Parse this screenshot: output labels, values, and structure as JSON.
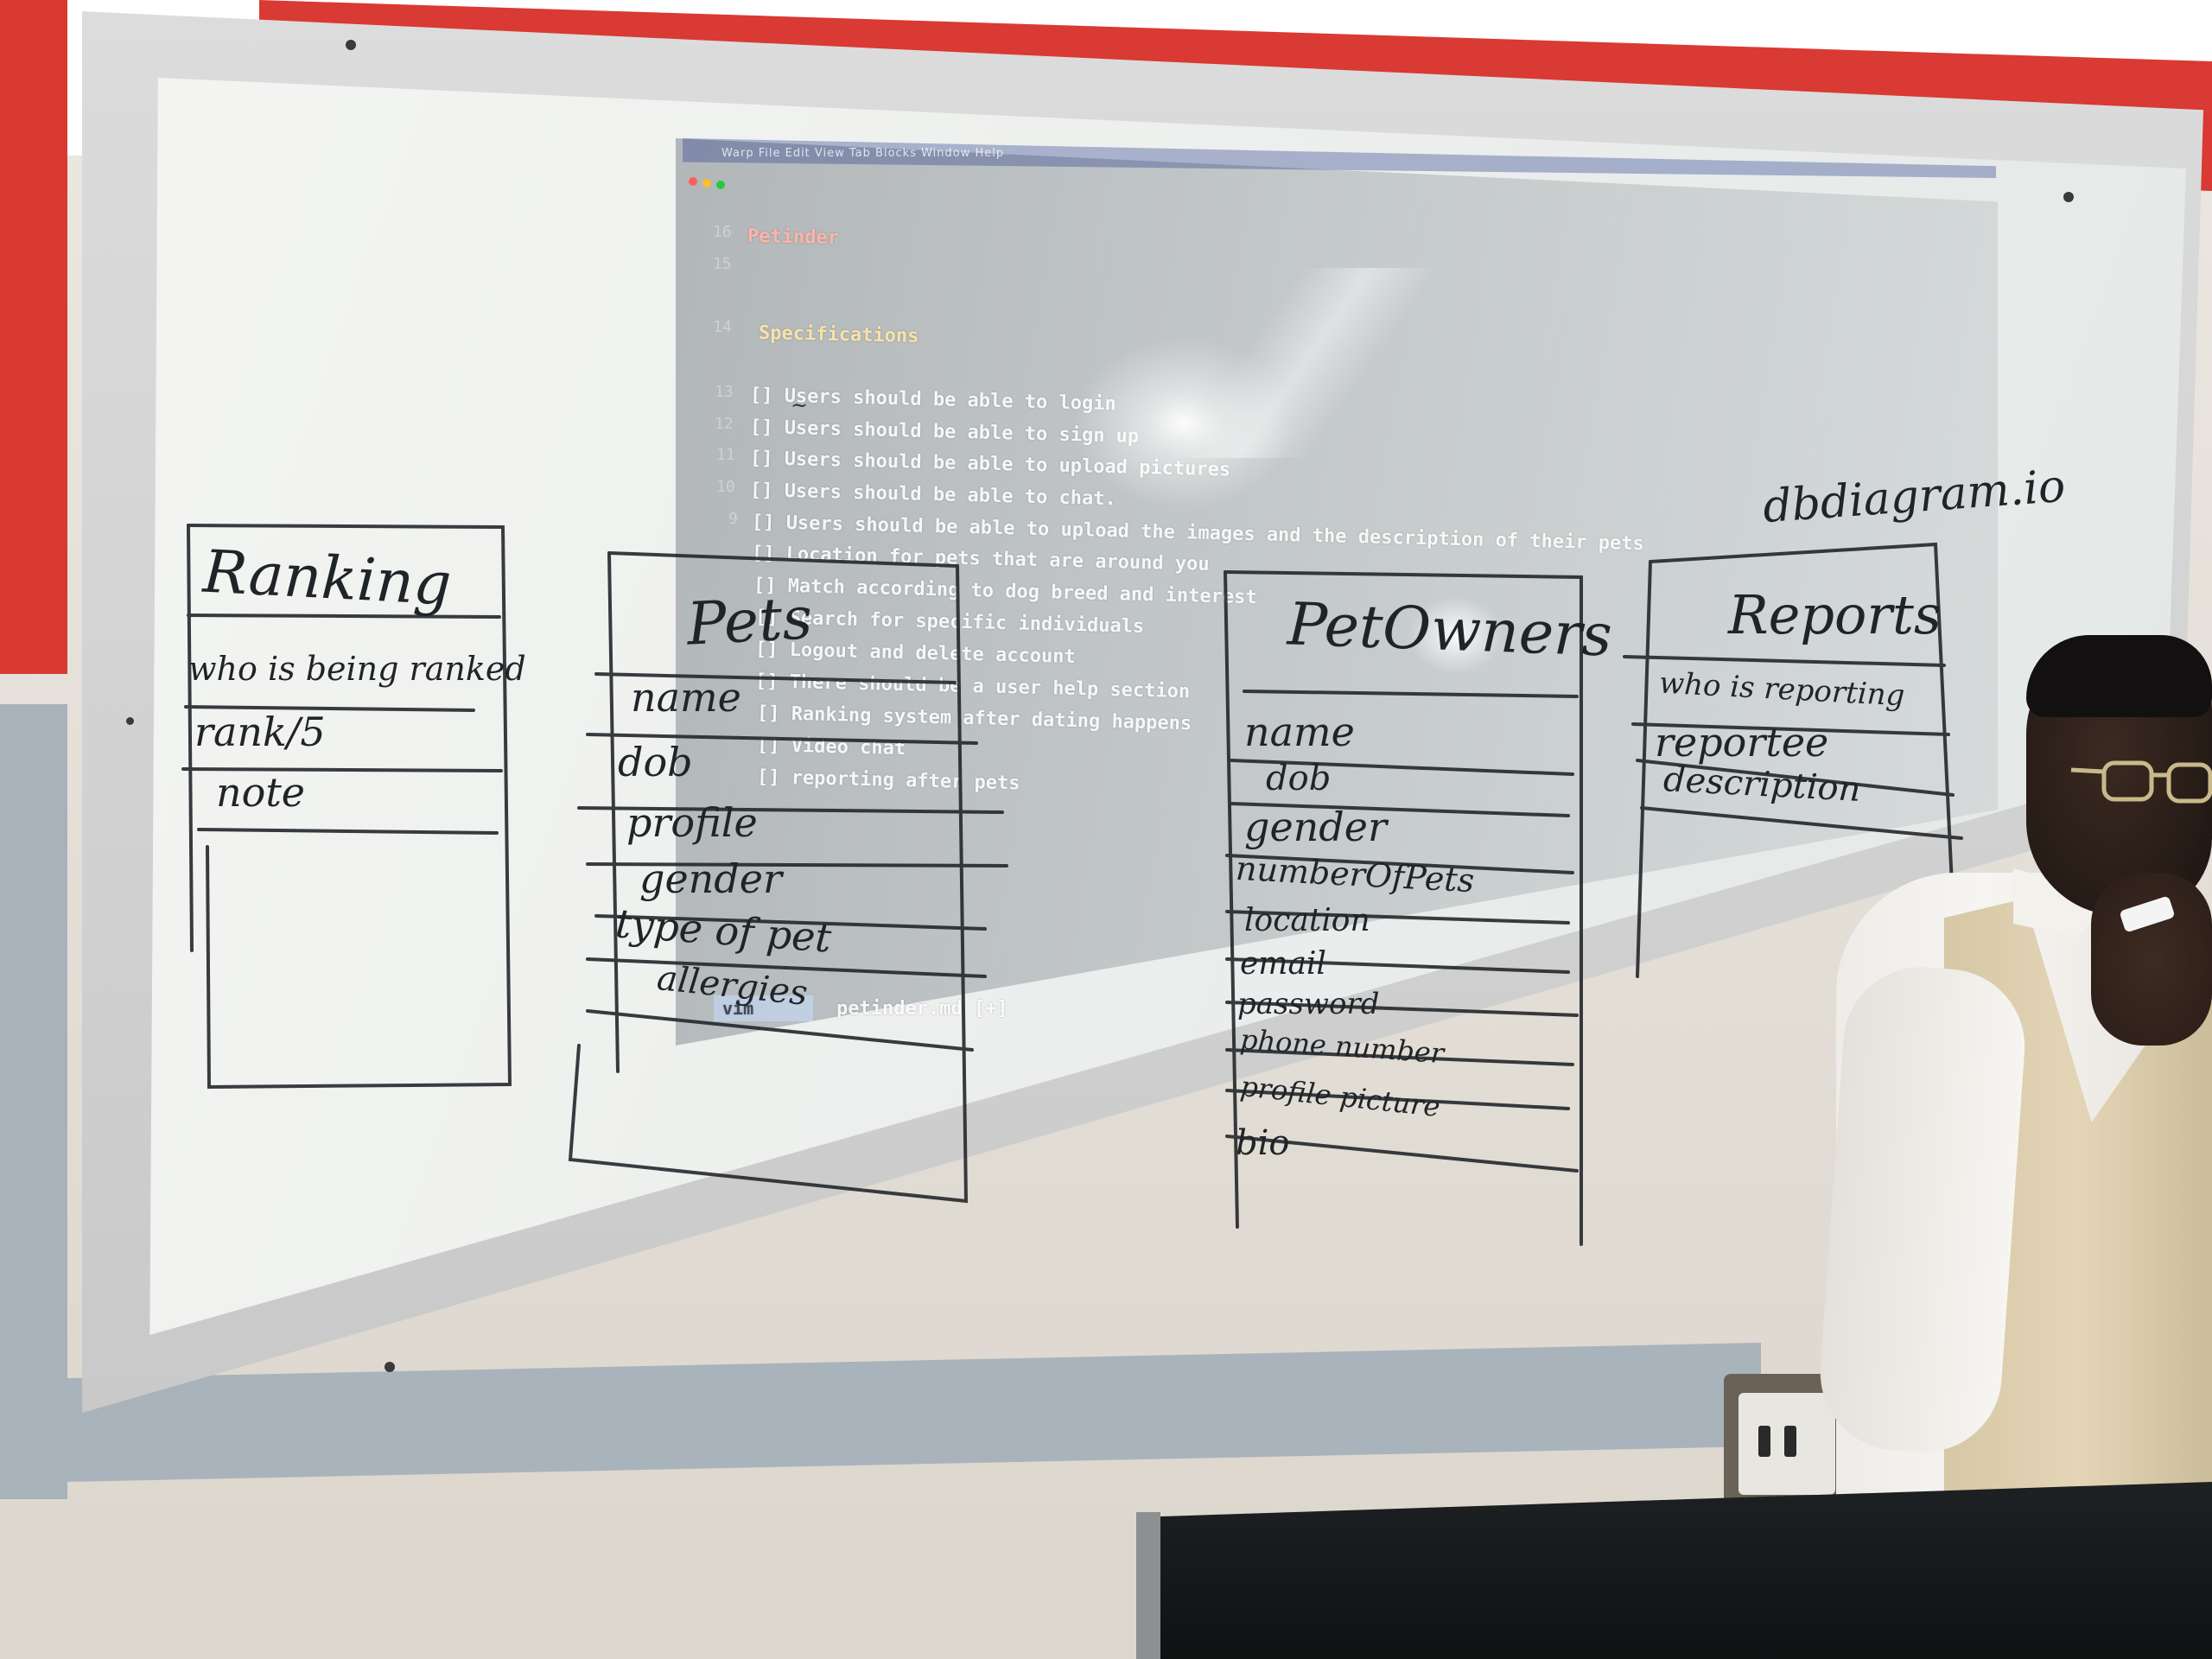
{
  "projection": {
    "menu": "Warp  File  Edit  View  Tab  Blocks  Window  Help",
    "heading": "Petinder",
    "section": "Specifications",
    "line_numbers": [
      "16",
      "15",
      "14",
      "13",
      "12",
      "11",
      "10",
      "9"
    ],
    "checklist": [
      "[] Users should be able to login",
      "[] Users should be able to sign up",
      "[] Users should be able to upload pictures",
      "[] Users should be able to chat.",
      "[] Users should be able to upload the images and the description of their pets",
      "[] Location for pets that are around you",
      "[] Match according to dog breed and interest",
      "[] Search for specific individuals",
      "[] Logout and delete account",
      "[] There should be a user help section",
      "[] Ranking system after dating happens",
      "[] Video chat",
      "[] reporting after pets"
    ],
    "status_mode": "vim",
    "status_file": "petinder.md [+]"
  },
  "whiteboard": {
    "note_top_right": "dbdiagram.io",
    "tables": {
      "ranking": {
        "title": "Ranking",
        "fields": [
          "who is being ranked",
          "rank/5",
          "note"
        ]
      },
      "pets": {
        "title": "Pets",
        "fields": [
          "name",
          "dob",
          "profile",
          "gender",
          "type of pet",
          "allergies"
        ]
      },
      "petowners": {
        "title": "PetOwners",
        "fields": [
          "name",
          "dob",
          "gender",
          "numberOfPets",
          "location",
          "email",
          "password",
          "phone number",
          "profile picture",
          "bio"
        ]
      },
      "reports": {
        "title": "Reports",
        "fields": [
          "who is reporting",
          "reportee",
          "description"
        ]
      }
    }
  },
  "colors": {
    "wall_red": "#d93a33",
    "wall_grey": "#a9b3bc",
    "ink": "#1f2428",
    "projection_accent": "#ffb4a8"
  }
}
